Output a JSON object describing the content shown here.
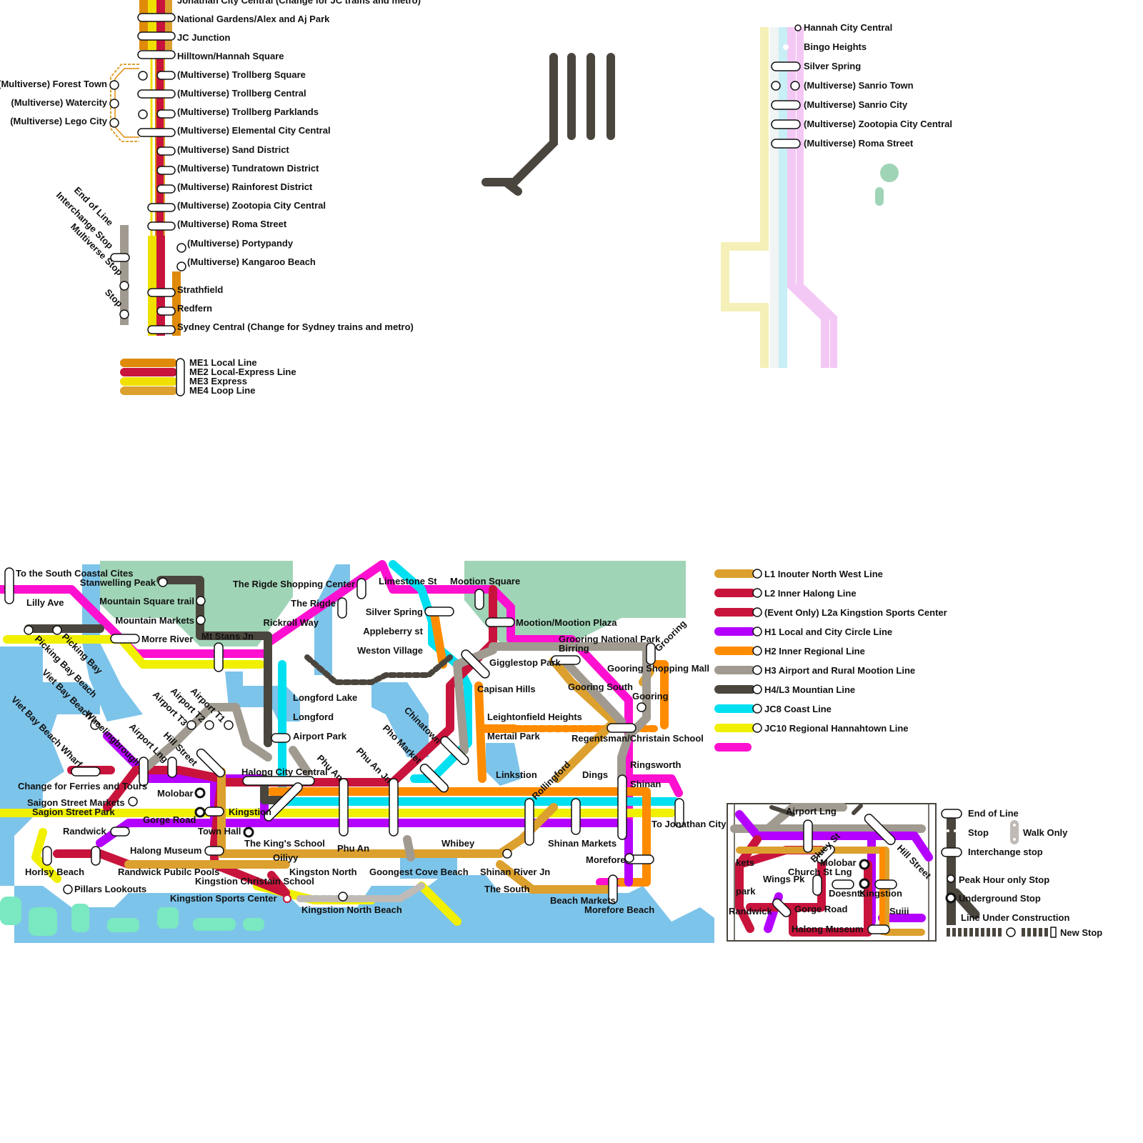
{
  "colors": {
    "L1": "#DCA02E",
    "L2": "#C8143C",
    "H1": "#B400FF",
    "H2": "#FF8C00",
    "H3": "#A09A90",
    "H4": "#4A463E",
    "JC8": "#00E0F0",
    "JC10": "#F0F000",
    "pink": "#FF10D0",
    "ME1": "#E08A0A",
    "ME2": "#C8143C",
    "ME3": "#F0E000",
    "ME4": "#DCA02E",
    "water": "#7DC4EA",
    "park": "#A0D4B6",
    "cream": "#F5F0B8",
    "paleblue": "#C8EEF6",
    "palepink": "#F4C8F4",
    "white_line": "#F0F4F4",
    "mint": "#7AE8C0"
  },
  "me_line": {
    "stations": [
      "Jonathan City Central (Change for JC trains and metro)",
      "National Gardens/Alex and Aj Park",
      "JC Junction",
      "Hilltown/Hannah Square",
      "(Multiverse) Trollberg Square",
      "(Multiverse) Trollberg Central",
      "(Multiverse) Trollberg Parklands",
      "(Multiverse) Elemental City Central",
      "(Multiverse) Sand District",
      "(Multiverse) Tundratown District",
      "(Multiverse) Rainforest District",
      "(Multiverse) Zootopia City Central",
      "(Multiverse) Roma Street",
      "(Multiverse) Portypandy",
      "(Multiverse) Kangaroo Beach",
      "Strathfield",
      "Redfern",
      "Sydney Central (Change for Sydney trains and metro)"
    ],
    "loop_stations": [
      "(Multiverse) Forest Town",
      "(Multiverse) Watercity",
      "(Multiverse) Lego City"
    ],
    "key_labels": [
      "End of Line",
      "Interchange Stop",
      "Multiverse Stop",
      "Stop"
    ],
    "legend": [
      "ME1 Local Line",
      "ME2 Local-Express Line",
      "ME3 Express",
      "ME4 Loop Line"
    ]
  },
  "hannah_line": {
    "stations": [
      "Hannah City Central",
      "Bingo Heights",
      "Silver Spring",
      "(Multiverse) Sanrio Town",
      "(Multiverse) Sanrio City",
      "(Multiverse) Zootopia City Central",
      "(Multiverse) Roma Street"
    ]
  },
  "main_map": {
    "stations": {
      "south_coastal": "To the South Coastal Cites",
      "stanwelling": "Stanwelling Peak",
      "lilly": "Lilly Ave",
      "mtn_trail": "Mountain Square trail",
      "mtn_markets": "Mountain Markets",
      "morre": "Morre River",
      "mt_stans": "Mt Stans Jn",
      "picking_bay": "Picking Bay",
      "picking_bay_beach": "Picking Bay Beach",
      "viet_bay_beach": "Viet Bay Beach",
      "viet_bay_wharf": "Viet Bay Beach Wharf",
      "wheelingbrough": "Wheelingbrough",
      "airport_lng": "Airport Lng",
      "airport_t3": "Airport T3",
      "airport_t2": "Airport T2",
      "airport_t1": "Airport T1",
      "hill_street": "Hill Street",
      "ridge_sc": "The Rigde Shopping Center",
      "ridge": "The Rigde",
      "rickroll": "Rickroll Way",
      "longford_lake": "Longford Lake",
      "longford": "Longford",
      "airport_park": "Airport Park",
      "limestone": "Limestone St",
      "motion_sq": "Mootion Square",
      "silver_spring": "Silver Spring",
      "appleberry": "Appleberry st",
      "weston": "Weston Village",
      "motion_plaza": "Mootion/Mootion Plaza",
      "grooring_np": "Grooring National Park",
      "grooring": "Grooring",
      "birring": "Birring",
      "gigglestop": "Gigglestop Park",
      "gooring_sm": "Gooring Shopping Mall",
      "capisan": "Capisan Hills",
      "gooring_south": "Gooring South",
      "gooring": "Gooring",
      "chinatown": "Chinatown",
      "leighton": "Leightonfield Heights",
      "mertail": "Mertail Park",
      "pho_market": "Pho Market",
      "regentsman": "Regentsman/Christain School",
      "phu_an_jn": "Phu An Jn",
      "phu_an": "Phu An",
      "rollingford": "Rollingford",
      "ringsworth": "Ringsworth",
      "linkstion": "Linkstion",
      "dings": "Dings",
      "shinan": "Shinan",
      "halong_cc": "Halong City Central",
      "ferries": "Change for Ferries and Tours",
      "molobar": "Molobar",
      "saigon_mk": "Saigon Street Markets",
      "saigon_pk": "Sagion Street Park",
      "gorge": "Gorge Road",
      "kingstion": "Kingstion",
      "randwick": "Randwick",
      "town_hall": "Town Hall",
      "kings_school": "The King's School",
      "whibey": "Whibey",
      "to_jc": "To Jonathan City",
      "shinan_mk": "Shinan Markets",
      "halong_museum": "Halong Museum",
      "oiliyy": "Oiliyy",
      "morefore": "Morefore",
      "horlsy": "Horlsy Beach",
      "randwick_pools": "Randwick Pubilc Pools",
      "kingston_north": "Kingston North",
      "goongest": "Goongest Cove Beach",
      "shinan_river": "Shinan River Jn",
      "kingstion_cs": "Kingstion Christain School",
      "pillars": "Pillars Lookouts",
      "the_south": "The South",
      "beach_markets": "Beach Markets",
      "kingstion_sc": "Kingstion Sports Center",
      "kingstion_nb": "Kingstion North Beach",
      "morefore_beach": "Morefore Beach"
    }
  },
  "line_legend": [
    {
      "label": "L1 Inouter North West Line",
      "color": "#DCA02E"
    },
    {
      "label": "L2 Inner Halong Line",
      "color": "#C8143C"
    },
    {
      "label": "(Event Only) L2a Kingstion Sports Center",
      "color": "#C8143C"
    },
    {
      "label": "H1 Local and City Circle Line",
      "color": "#B400FF"
    },
    {
      "label": "H2 Inner Regional Line",
      "color": "#FF8C00"
    },
    {
      "label": "H3 Airport and Rural Mootion Line",
      "color": "#A09A90"
    },
    {
      "label": "H4/L3 Mountian Line",
      "color": "#4A463E"
    },
    {
      "label": "JC8 Coast Line",
      "color": "#00E0F0"
    },
    {
      "label": "JC10 Regional Hannahtown Line",
      "color": "#F0F000"
    },
    {
      "label": "",
      "color": "#FF10D0"
    }
  ],
  "inset": {
    "labels": {
      "airport_lng": "Airport Lng",
      "bluey": "Bluey St",
      "molobar": "Molobar",
      "kets": "kets",
      "church": "Church St Lng",
      "wings": "Wings Pk",
      "hill": "Hill Street",
      "park": "park",
      "doesnts": "Doesnts",
      "kingstion": "Kingstion",
      "randwick": "Randwick",
      "gorge": "Gorge Road",
      "suiii": "Suiii",
      "halong": "Halong Museum"
    }
  },
  "symbol_key": {
    "end": "End of Line",
    "stop": "Stop",
    "walk": "Walk Only",
    "interchange": "Interchange stop",
    "peak": "Peak Hour only Stop",
    "underground": "Underground Stop",
    "construction": "Line Under Construction",
    "new_stop": "New Stop"
  }
}
